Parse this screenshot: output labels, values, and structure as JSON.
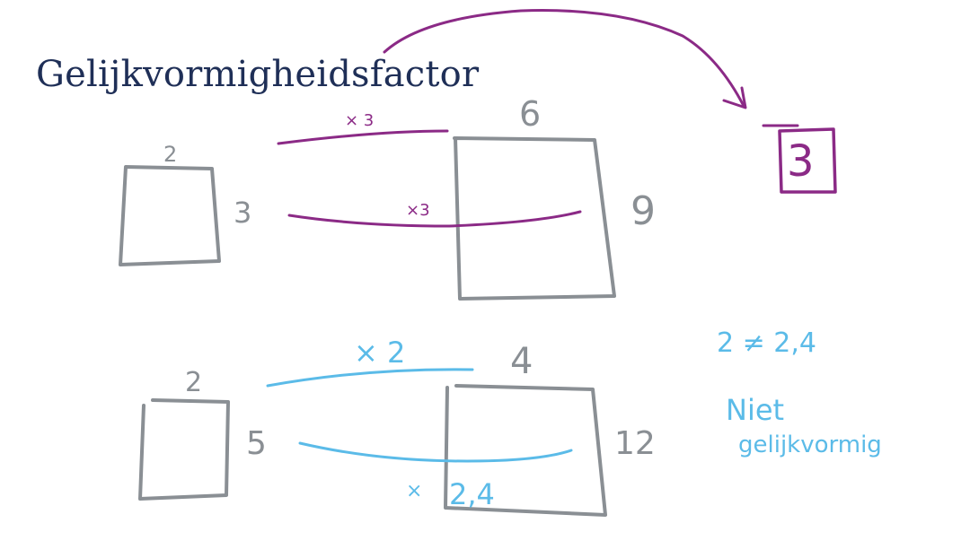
{
  "title": "Gelijkvormigheidsfactor",
  "colors": {
    "title": "#1f2f57",
    "gray": "#8a8f94",
    "purple": "#8b2a86",
    "blue": "#5bbbe8"
  },
  "top_example": {
    "small_width": "2",
    "small_height": "3",
    "large_width": "6",
    "large_height": "9",
    "factor_width": "× 3",
    "factor_height": "×3",
    "result": "3"
  },
  "bottom_example": {
    "small_width": "2",
    "small_height": "5",
    "large_width": "4",
    "large_height": "12",
    "factor_width": "× 2",
    "factor_height_prefix": "×",
    "factor_height_value": "2,4",
    "comparison": "2 ≠ 2,4",
    "conclusion_line1": "Niet",
    "conclusion_line2": "gelijkvormig"
  }
}
